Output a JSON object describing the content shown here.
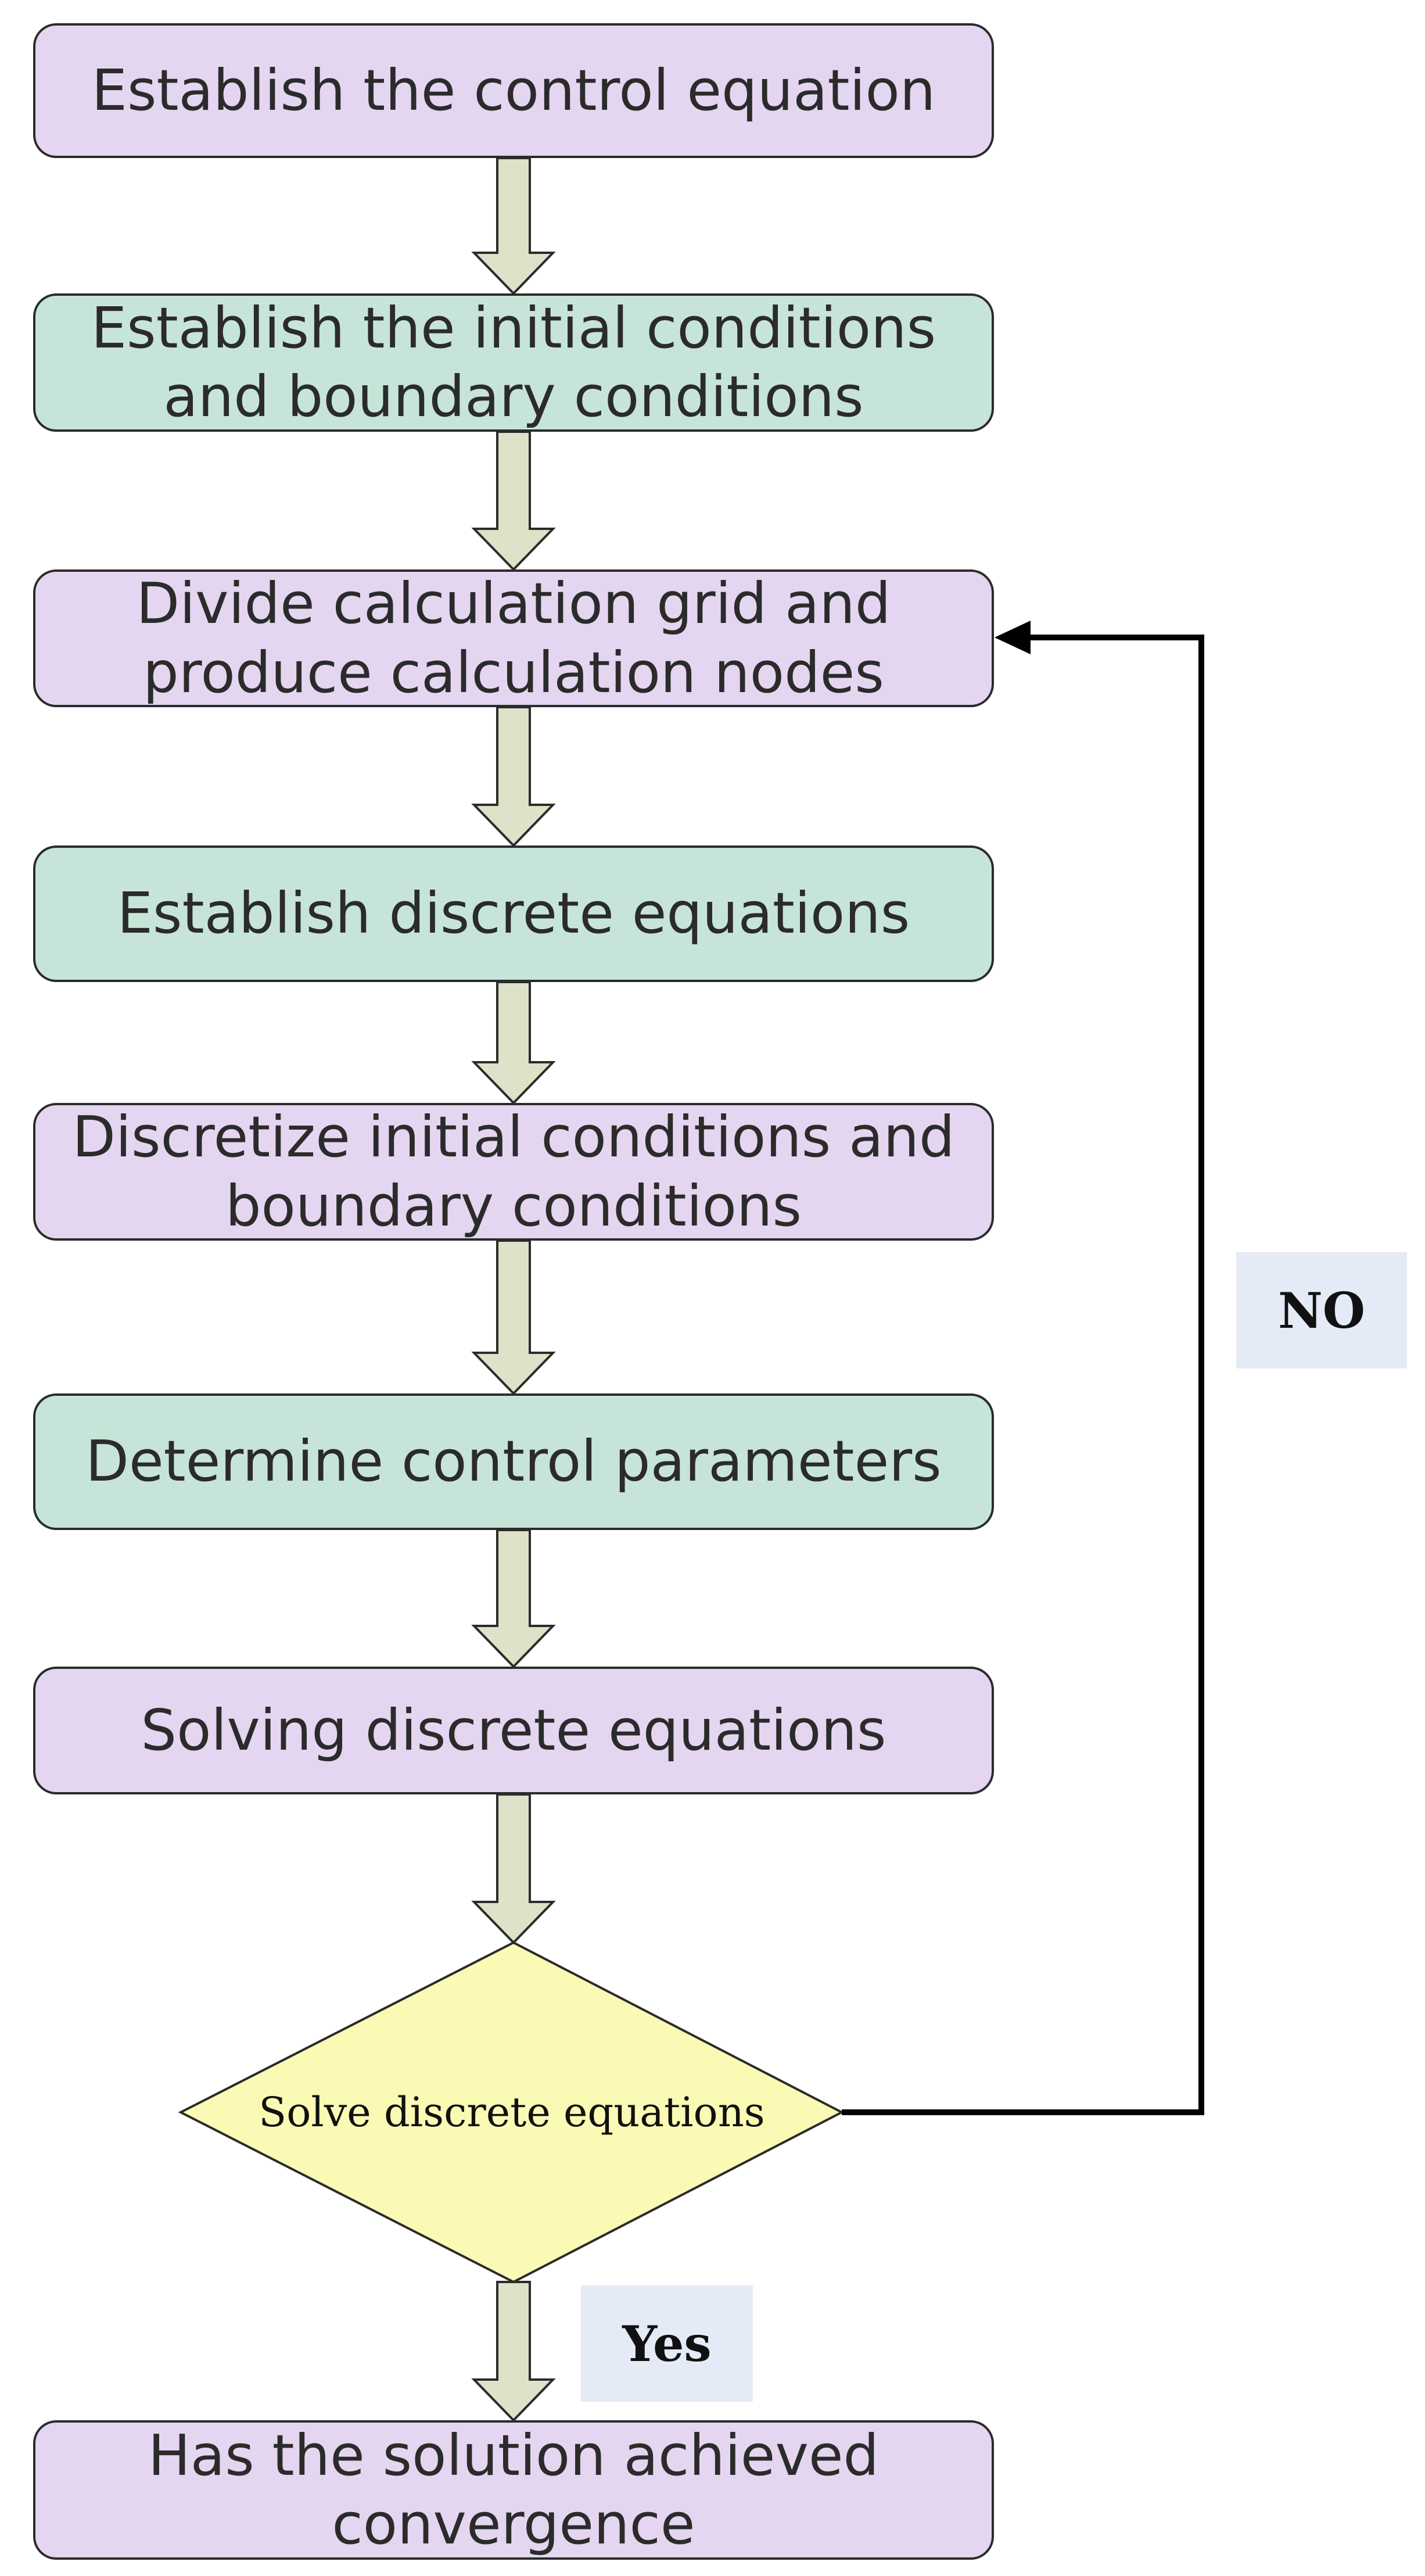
{
  "steps": [
    {
      "lines": [
        "Establish the control equation"
      ],
      "color": "purple"
    },
    {
      "lines": [
        "Establish the initial conditions",
        "and boundary conditions"
      ],
      "color": "green"
    },
    {
      "lines": [
        "Divide calculation grid and",
        "produce calculation nodes"
      ],
      "color": "purple"
    },
    {
      "lines": [
        "Establish discrete equations"
      ],
      "color": "green"
    },
    {
      "lines": [
        "Discretize initial conditions and",
        "boundary conditions"
      ],
      "color": "purple"
    },
    {
      "lines": [
        "Determine control parameters"
      ],
      "color": "green"
    },
    {
      "lines": [
        "Solving discrete equations"
      ],
      "color": "purple"
    },
    {
      "lines": [
        "Has the solution achieved",
        "convergence"
      ],
      "color": "purple"
    }
  ],
  "decision": {
    "label": "Solve discrete equations"
  },
  "branches": {
    "no_label": "NO",
    "yes_label": "Yes"
  },
  "colors": {
    "purple_fill": "#e4d6f1",
    "green_fill": "#c6e5d8",
    "decision_fill": "#fafab4",
    "arrow_fill": "#dde2c8",
    "tag_fill": "#e4ebf6",
    "stroke": "#2b2b2b"
  }
}
